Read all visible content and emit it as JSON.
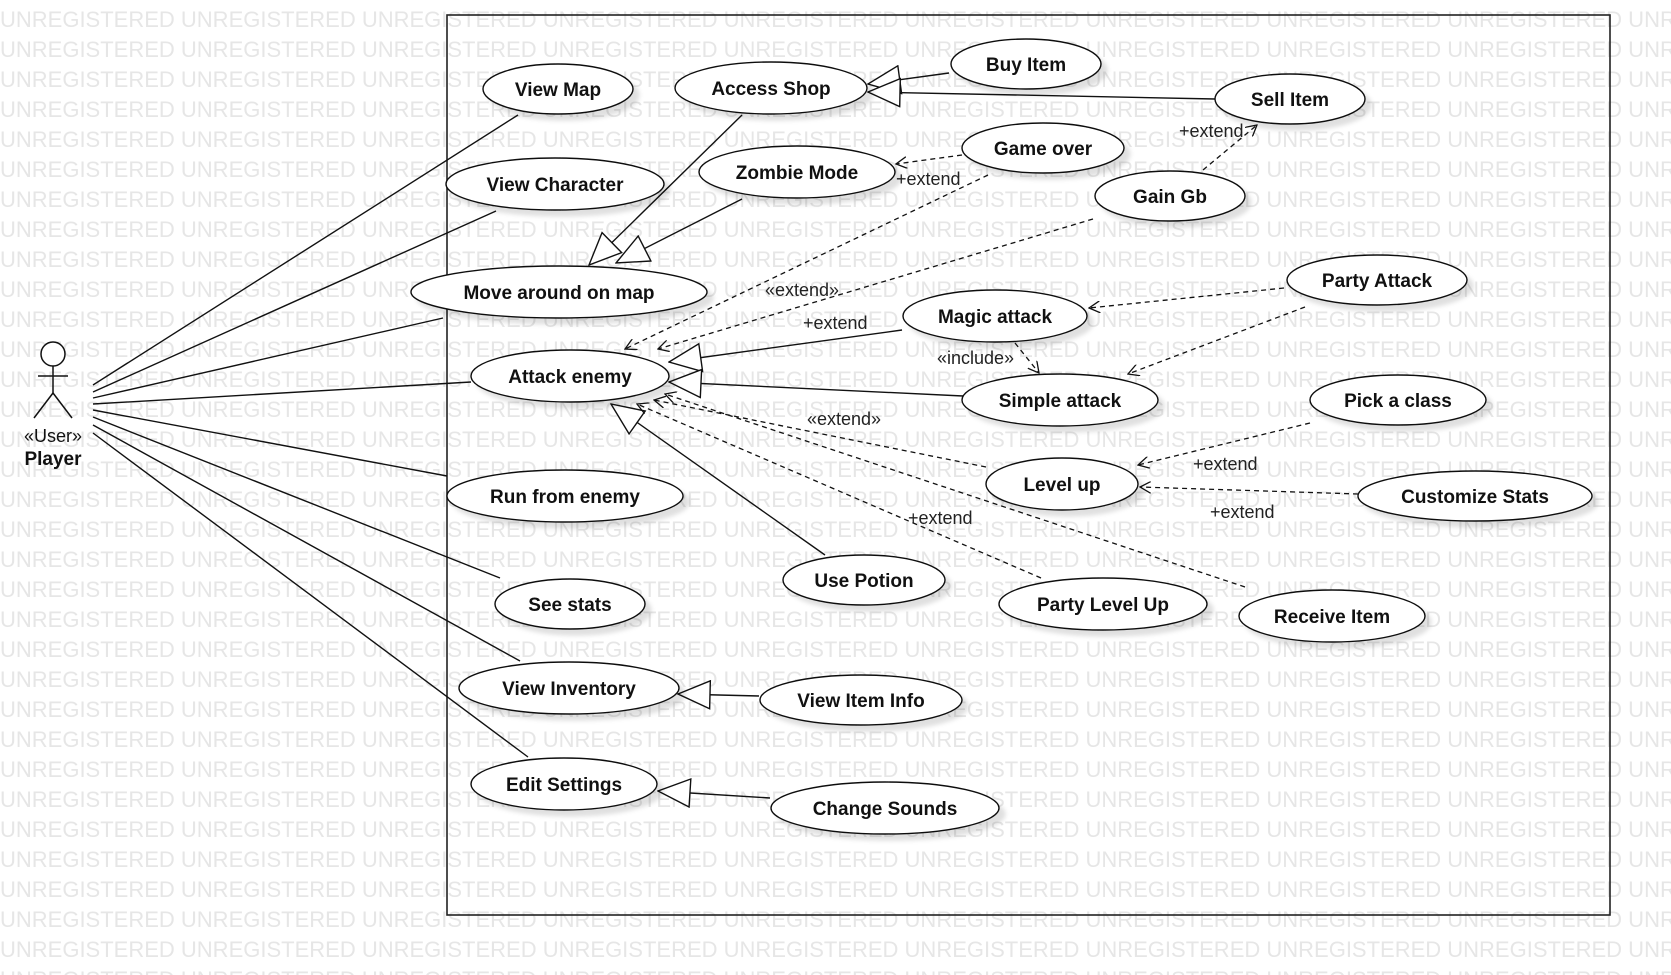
{
  "watermark_text": "UNREGISTERED",
  "actor": {
    "stereotype": "«User»",
    "name": "Player"
  },
  "use_cases": {
    "view_map": "View Map",
    "view_character": "View Character",
    "move_around": "Move around on map",
    "attack_enemy": "Attack enemy",
    "run_from_enemy": "Run from enemy",
    "see_stats": "See stats",
    "view_inventory": "View Inventory",
    "edit_settings": "Edit Settings",
    "access_shop": "Access Shop",
    "buy_item": "Buy Item",
    "sell_item": "Sell Item",
    "zombie_mode": "Zombie Mode",
    "game_over": "Game over",
    "gain_gb": "Gain Gb",
    "magic_attack": "Magic attack",
    "party_attack": "Party Attack",
    "simple_attack": "Simple attack",
    "pick_a_class": "Pick a class",
    "level_up": "Level up",
    "customize_stats": "Customize Stats",
    "use_potion": "Use Potion",
    "party_level_up": "Party Level Up",
    "receive_item": "Receive Item",
    "view_item_info": "View Item Info",
    "change_sounds": "Change Sounds"
  },
  "relationship_labels": {
    "sell_extend": "+extend",
    "gameover_extend": "+extend",
    "gaingb_extend": "«extend»",
    "magic_extend": "+extend",
    "include": "«include»",
    "levelup_extend": "«extend»",
    "pickclass_extend": "+extend",
    "customize_extend": "+extend",
    "partylevel_extend": "+extend"
  }
}
